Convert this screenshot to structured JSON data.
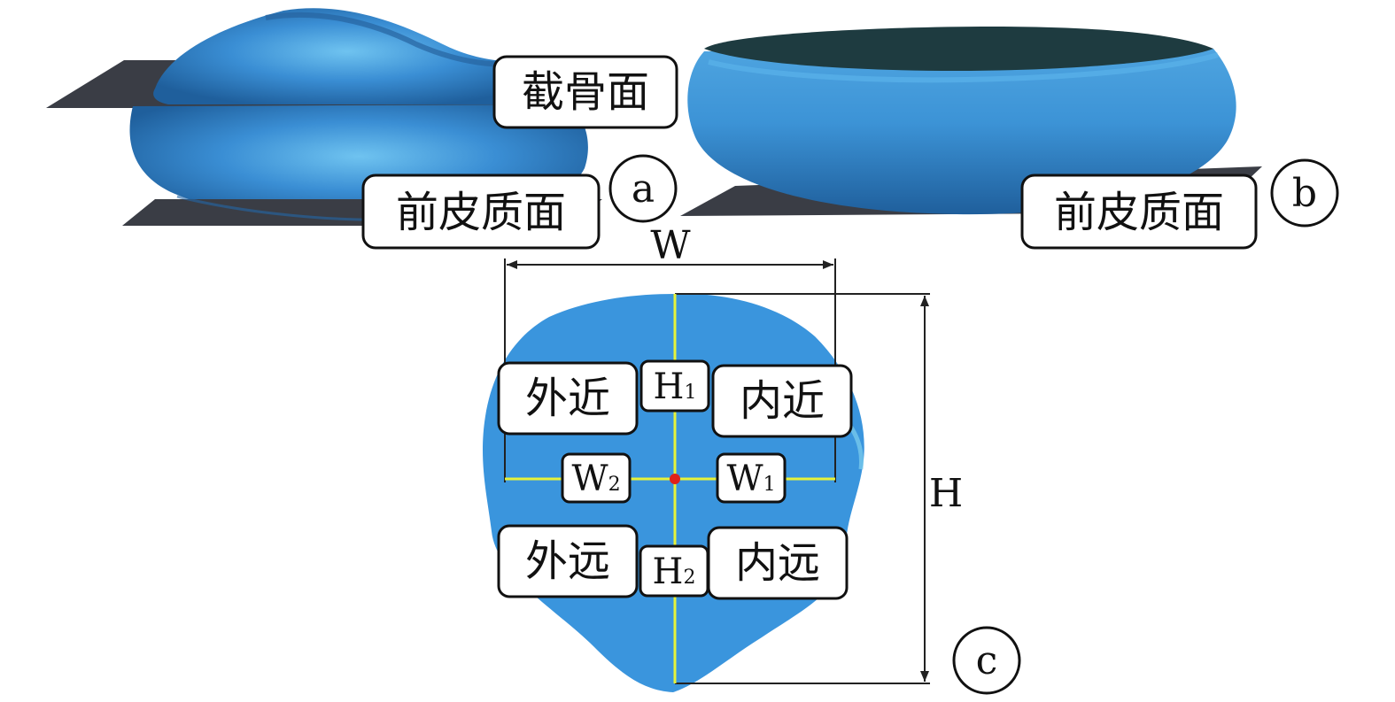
{
  "panels": {
    "a": {
      "tag": "a",
      "labels": {
        "cut_plane": "截骨面",
        "cortex_plane": "前皮质面"
      }
    },
    "b": {
      "tag": "b",
      "labels": {
        "cortex_plane": "前皮质面"
      }
    },
    "c": {
      "tag": "c",
      "dimensions": {
        "width": "W",
        "height": "H"
      },
      "quadrants": {
        "lateral_proximal": "外近",
        "medial_proximal": "内近",
        "lateral_distal": "外远",
        "medial_distal": "内远"
      },
      "measures": {
        "h1": {
          "main": "H",
          "sub": "1"
        },
        "h2": {
          "main": "H",
          "sub": "2"
        },
        "w1": {
          "main": "W",
          "sub": "1"
        },
        "w2": {
          "main": "W",
          "sub": "2"
        }
      }
    }
  },
  "colors": {
    "bone_blue": "#3a8ed4",
    "bone_dark": "#2368a8",
    "bone_highlight": "#6fc3f0",
    "plane_gray": "#3a3d45",
    "axis_yellow": "#e6f23a",
    "center_red": "#e0201a"
  }
}
